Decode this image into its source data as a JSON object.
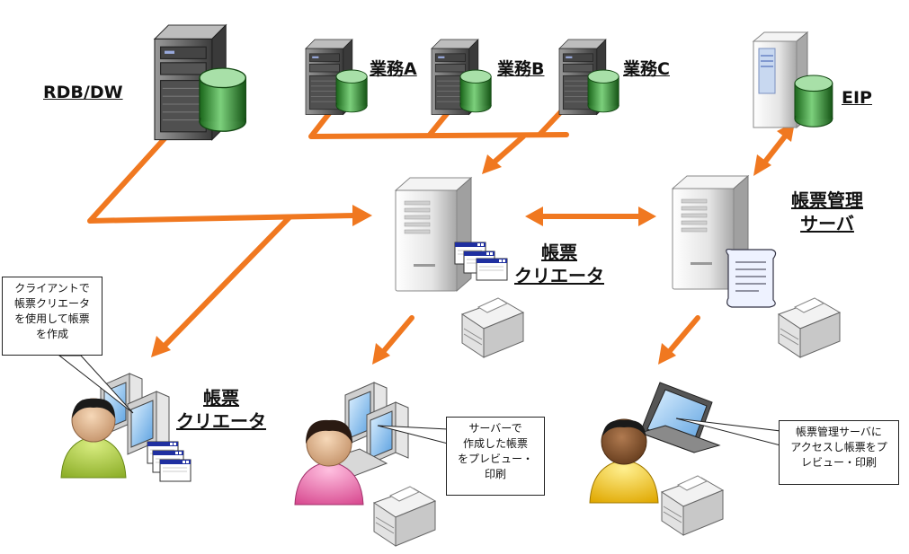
{
  "labels": {
    "rdb": "RDB/DW",
    "gyomu_a": "業務A",
    "gyomu_b": "業務B",
    "gyomu_c": "業務C",
    "eip": "EIP",
    "creator_server_line1": "帳票",
    "creator_server_line2": "クリエータ",
    "mgmt_server_line1": "帳票管理",
    "mgmt_server_line2": "サーバ",
    "creator_client_line1": "帳票",
    "creator_client_line2": "クリエータ"
  },
  "callouts": {
    "client_lines": [
      "クライアントで",
      "帳票クリエータ",
      "を使用して帳票",
      "を作成"
    ],
    "server_lines": [
      "サーバーで",
      "作成した帳票",
      "をプレビュー・",
      "印刷"
    ],
    "mgmt_lines": [
      "帳票管理サーバに",
      "アクセスし帳票をプ",
      "レビュー・印刷"
    ]
  },
  "colors": {
    "arrow": "#f07820",
    "db_green": "#2e8b2e",
    "person_green": "#a8c83c",
    "person_pink": "#e86aa8",
    "person_yellow": "#f0c020"
  }
}
